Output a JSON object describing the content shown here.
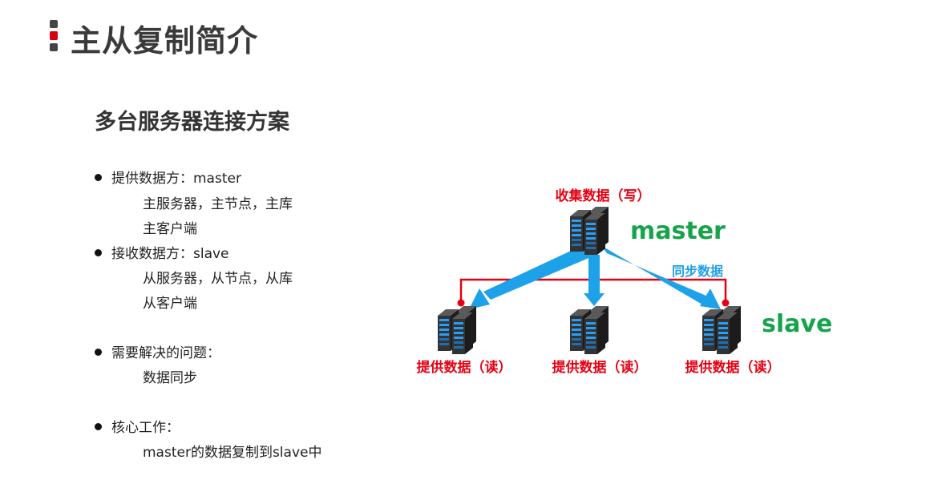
{
  "header": {
    "title": "主从复制简介"
  },
  "section": {
    "subtitle": "多台服务器连接方案"
  },
  "bullets": [
    {
      "label": "提供数据方：master",
      "details": [
        "主服务器，主节点，主库",
        "主客户端"
      ]
    },
    {
      "label": "接收数据方：slave",
      "details": [
        "从服务器，从节点，从库",
        "从客户端"
      ]
    },
    {
      "label": "需要解决的问题：",
      "details": [
        "数据同步"
      ]
    },
    {
      "label": "核心工作：",
      "details": [
        "master的数据复制到slave中"
      ]
    }
  ],
  "diagram": {
    "master_label": "master",
    "master_caption": "收集数据（写）",
    "slave_label": "slave",
    "sync_label": "同步数据",
    "slave_captions": [
      "提供数据（读）",
      "提供数据（读）",
      "提供数据（读）"
    ]
  },
  "colors": {
    "marker_red": "#d7000f",
    "read_write_label": "#e60012",
    "role_label": "#16a34a",
    "sync_arrow": "#1da1e8",
    "server_body": "#2b2b2b",
    "server_lights": "#2a9df4"
  }
}
